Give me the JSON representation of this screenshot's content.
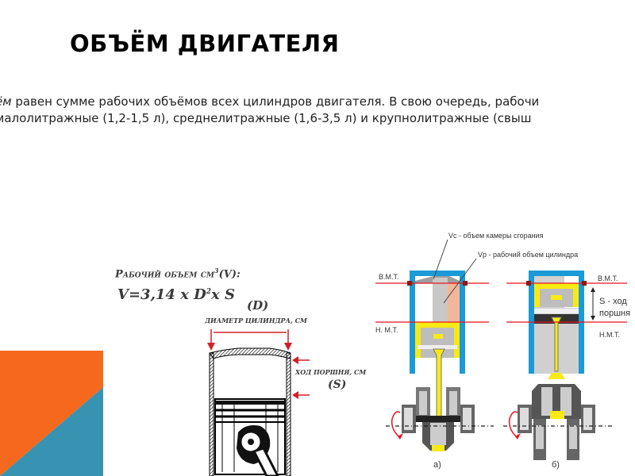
{
  "slide": {
    "title": "ОБЪЁМ ДВИГАТЕЛЯ",
    "body_line1_italic": "ём",
    "body_line1": " равен сумме рабочих объёмов всех цилиндров двигателя. В свою очередь, рабочи",
    "body_line2": "малолитражные (1,2-1,5 л), среднелитражные (1,6-3,5 л) и крупнолитражные (свыш"
  },
  "formula": {
    "label": "Рабочий объем см",
    "label_sup": "3",
    "label_suffix": "(V):",
    "equation_prefix": "V=3,14 x D",
    "equation_sup": "2",
    "equation_suffix": "x S",
    "diameter_symbol": "(D)",
    "diameter_caption": "ДИАМЕТР ЦИЛИНДРА, СМ",
    "stroke_caption": "ХОД ПОРШНЯ, СМ",
    "stroke_symbol": "(S)"
  },
  "diagram": {
    "vc_label": "Vc - объем камеры сгорания",
    "vp_label": "Vp - рабочий объем цилиндра",
    "tdc_left": "В.М.Т.",
    "bdc_left": "Н. М.Т.",
    "tdc_right": "В.М.Т.",
    "stroke_right_1": "S - ход",
    "stroke_right_2": "поршня",
    "bdc_right": "Н.М.Т.",
    "caption_a": "а)",
    "caption_b": "б)"
  },
  "colors": {
    "decor_orange": "#f5691e",
    "decor_blue": "#3893b2",
    "cylinder_blue": "#1a9ad6",
    "tdc_line_red": "#e8141e",
    "piston_yellow": "#f7ea14",
    "volume_salmon": "#f4b69a"
  }
}
